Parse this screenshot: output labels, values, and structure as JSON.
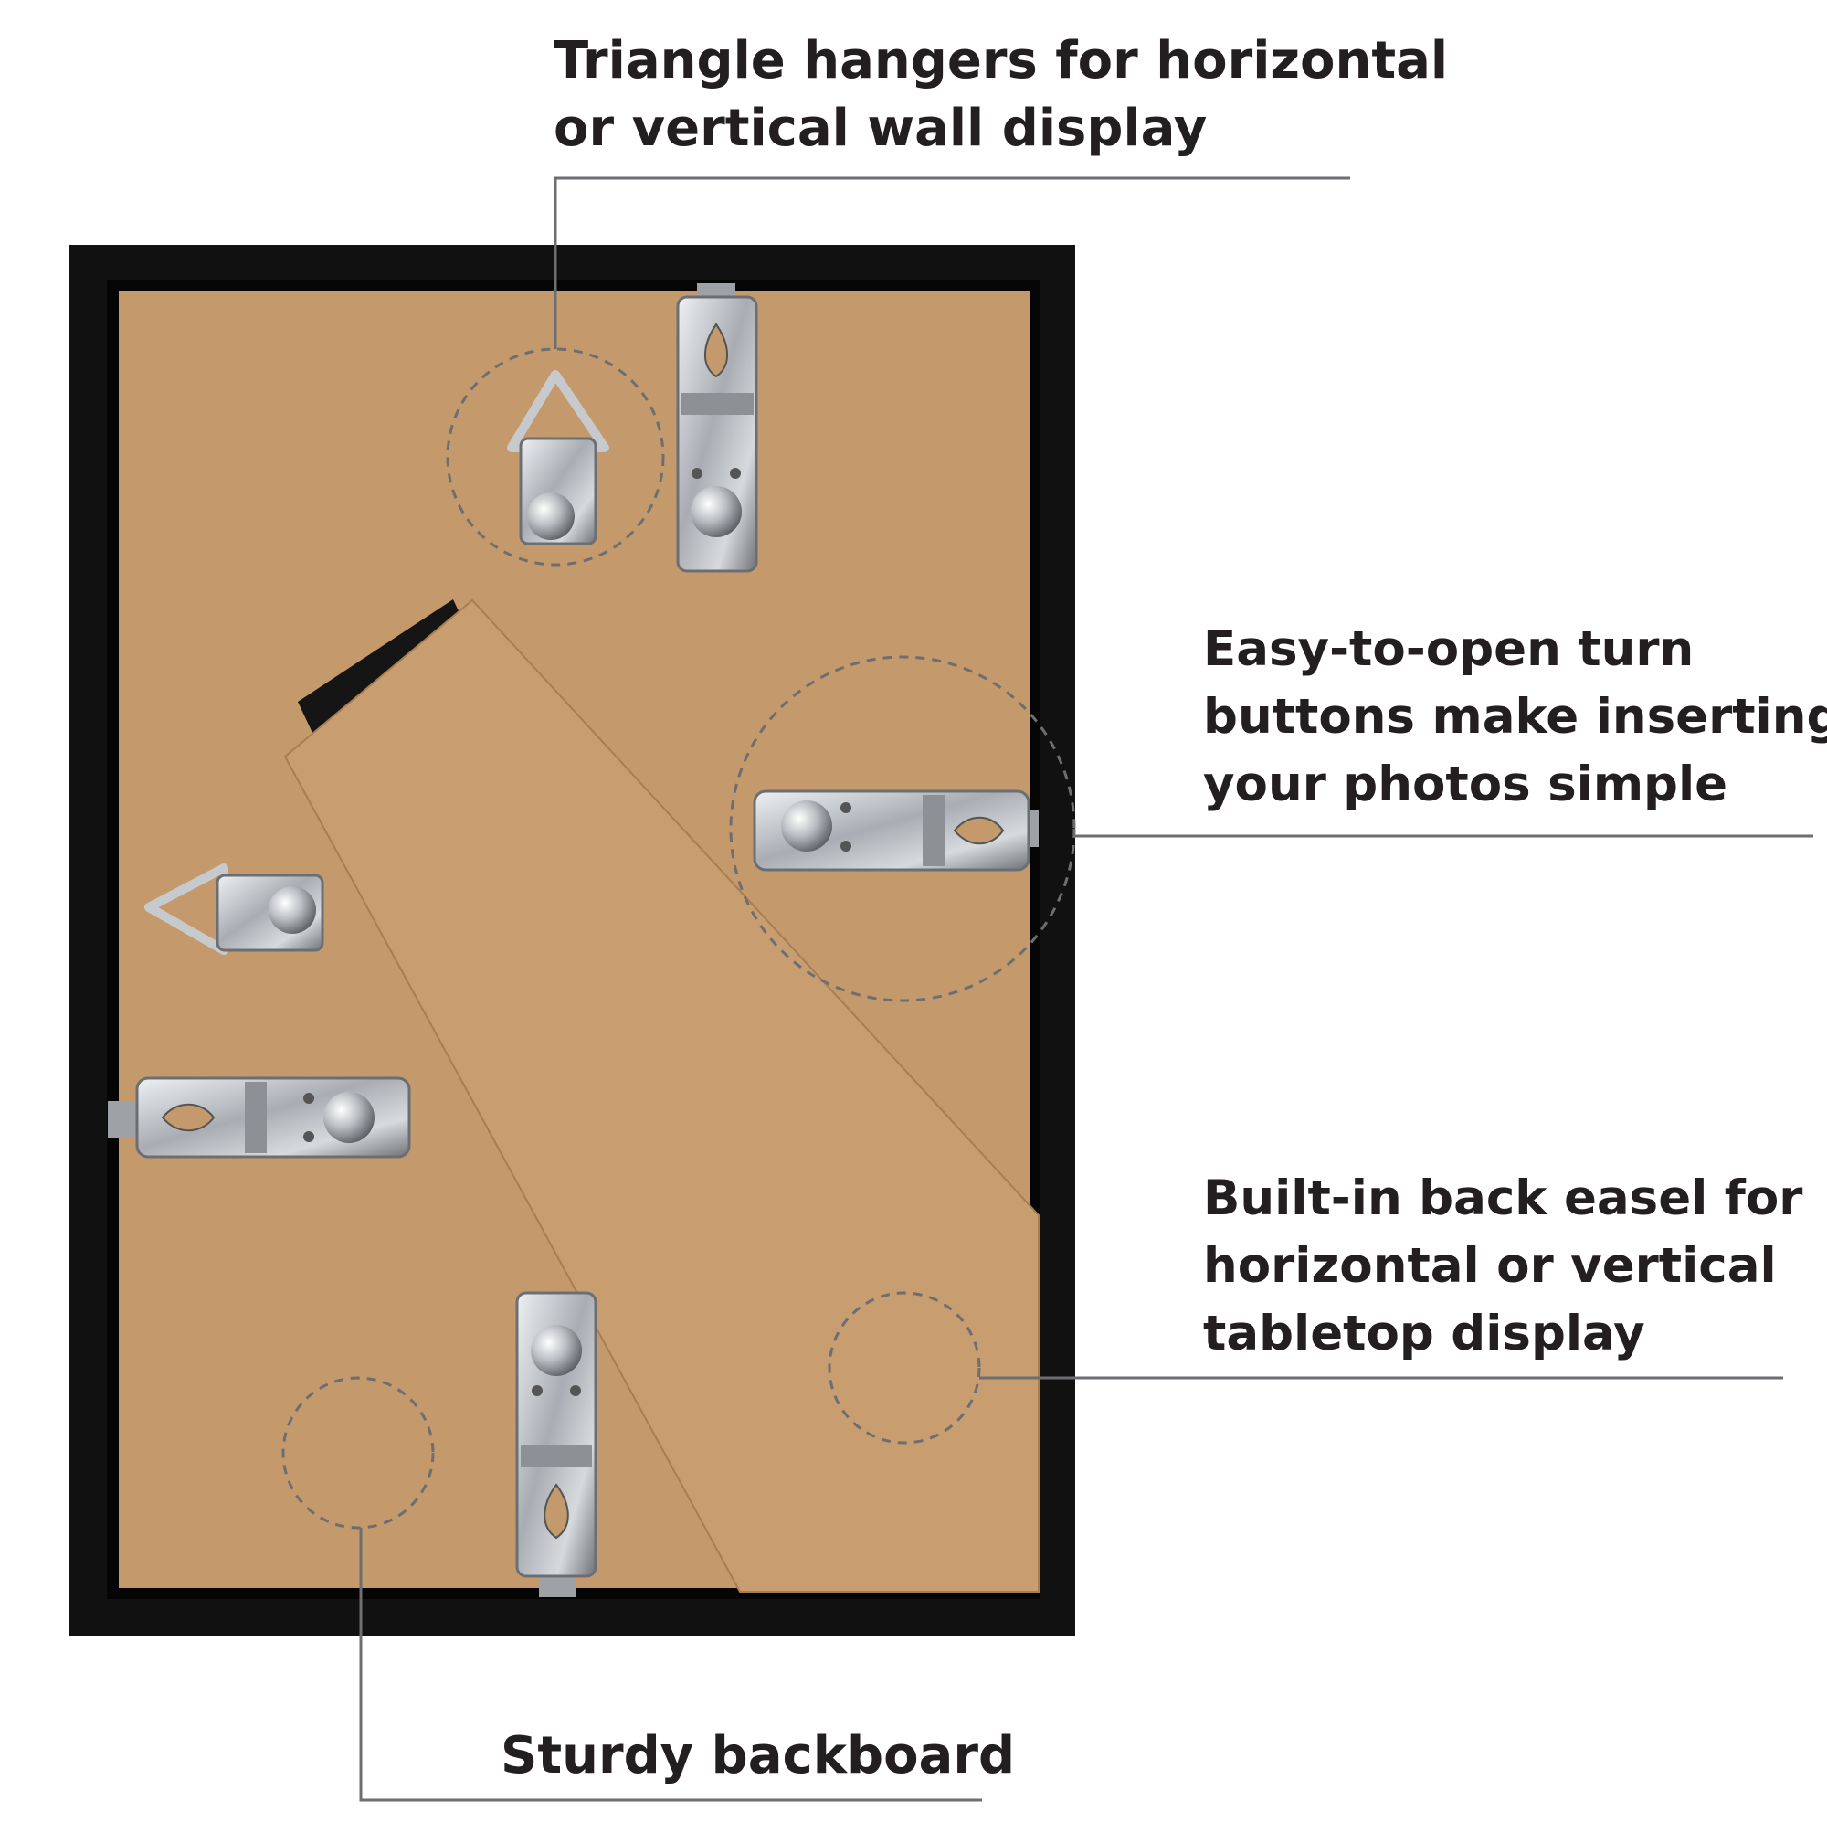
{
  "colors": {
    "frame": "#111111",
    "backboard": "#c49a6c",
    "easel": "#c89e70",
    "metal": "#b8bcc2",
    "leader_line": "#6d6e71",
    "text": "#231f20"
  },
  "callouts": {
    "triangle_hangers": {
      "lines": [
        "Triangle hangers for horizontal",
        "or vertical wall display"
      ]
    },
    "turn_buttons": {
      "lines": [
        "Easy-to-open turn",
        "buttons make inserting",
        "your photos simple"
      ]
    },
    "back_easel": {
      "lines": [
        "Built-in back easel for",
        "horizontal or vertical",
        "tabletop display"
      ]
    },
    "backboard": {
      "lines": [
        "Sturdy backboard"
      ]
    }
  },
  "icons": {
    "triangle_hanger": "triangle-hanger-icon",
    "turn_button": "turn-button-icon",
    "easel": "easel-icon"
  }
}
